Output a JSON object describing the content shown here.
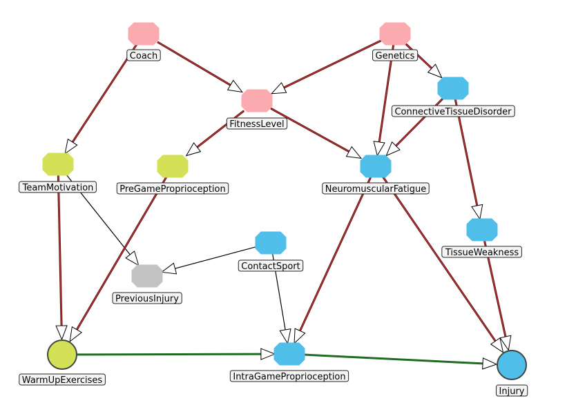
{
  "colors": {
    "pink": "#fbaaaf",
    "green": "#d4e157",
    "blue": "#4fbfea",
    "gray": "#c3c3c3",
    "edge_causal": "#6a1010",
    "edge_plain": "#000000",
    "edge_green": "#1f6b1f"
  },
  "nodes": [
    {
      "id": "coach",
      "label": "Coach",
      "color": "pink"
    },
    {
      "id": "genetics",
      "label": "Genetics",
      "color": "pink"
    },
    {
      "id": "fitness",
      "label": "FitnessLevel",
      "color": "pink"
    },
    {
      "id": "ctd",
      "label": "ConnectiveTissueDisorder",
      "color": "blue"
    },
    {
      "id": "team",
      "label": "TeamMotivation",
      "color": "green"
    },
    {
      "id": "pregame",
      "label": "PreGameProprioception",
      "color": "green"
    },
    {
      "id": "nmf",
      "label": "NeuromuscularFatigue",
      "color": "blue"
    },
    {
      "id": "tissue",
      "label": "TissueWeakness",
      "color": "blue"
    },
    {
      "id": "contact",
      "label": "ContactSport",
      "color": "blue"
    },
    {
      "id": "previous",
      "label": "PreviousInjury",
      "color": "gray"
    },
    {
      "id": "warmup",
      "label": "WarmUpExercises",
      "color": "green"
    },
    {
      "id": "intragame",
      "label": "IntraGameProprioception",
      "color": "blue"
    },
    {
      "id": "injury",
      "label": "Injury",
      "color": "blue"
    }
  ],
  "edges": [
    {
      "from": "coach",
      "to": "team",
      "style": "causal"
    },
    {
      "from": "coach",
      "to": "fitness",
      "style": "causal"
    },
    {
      "from": "genetics",
      "to": "fitness",
      "style": "causal"
    },
    {
      "from": "genetics",
      "to": "ctd",
      "style": "causal"
    },
    {
      "from": "genetics",
      "to": "nmf",
      "style": "causal"
    },
    {
      "from": "fitness",
      "to": "pregame",
      "style": "causal"
    },
    {
      "from": "fitness",
      "to": "nmf",
      "style": "causal"
    },
    {
      "from": "ctd",
      "to": "nmf",
      "style": "causal"
    },
    {
      "from": "ctd",
      "to": "tissue",
      "style": "causal"
    },
    {
      "from": "team",
      "to": "warmup",
      "style": "causal"
    },
    {
      "from": "team",
      "to": "previous",
      "style": "plain"
    },
    {
      "from": "pregame",
      "to": "warmup",
      "style": "causal"
    },
    {
      "from": "contact",
      "to": "previous",
      "style": "plain"
    },
    {
      "from": "contact",
      "to": "intragame",
      "style": "plain"
    },
    {
      "from": "nmf",
      "to": "intragame",
      "style": "causal"
    },
    {
      "from": "nmf",
      "to": "injury",
      "style": "causal"
    },
    {
      "from": "tissue",
      "to": "injury",
      "style": "causal"
    },
    {
      "from": "warmup",
      "to": "intragame",
      "style": "green"
    },
    {
      "from": "intragame",
      "to": "injury",
      "style": "green"
    }
  ]
}
